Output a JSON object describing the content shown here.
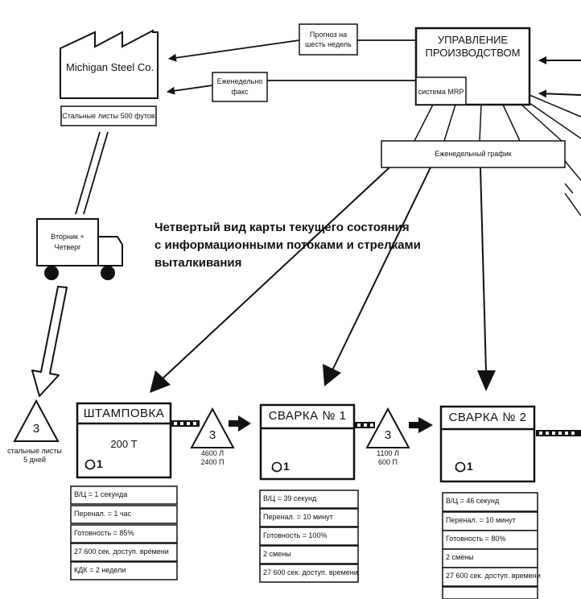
{
  "supplier": {
    "name": "Michigan Steel Co.",
    "product": "Стальные листы 500 футов"
  },
  "management": {
    "title_line1": "УПРАВЛЕНИЕ",
    "title_line2": "ПРОИЗВОДСТВОМ",
    "system": "система MRP"
  },
  "info_flows": {
    "forecast_line1": "Прогноз на",
    "forecast_line2": "шесть недель",
    "fax_line1": "Еженедельно",
    "fax_line2": "факс",
    "schedule": "Еженедельный график"
  },
  "truck": {
    "line1": "Вторник +",
    "line2": "Четверг"
  },
  "heading": {
    "line1": "Четвертый вид карты текущего состояния",
    "line2": "с информационными потоками и стрелками",
    "line3": "выталкивания"
  },
  "inventory": [
    {
      "symbol": "3",
      "line1": "стальные листы",
      "line2": "5 дней"
    },
    {
      "symbol": "3",
      "line1": "4600 Л",
      "line2": "2400 П"
    },
    {
      "symbol": "3",
      "line1": "1100 Л",
      "line2": "600 П"
    }
  ],
  "processes": [
    {
      "name": "ШТАМПОВКА",
      "detail": "200 Т",
      "operators": "1",
      "metrics": [
        "В/Ц = 1 секунда",
        "Перенал. = 1 час",
        "Готовность = 85%",
        "27 600 сек. доступ. времени",
        "КДК = 2 недели"
      ]
    },
    {
      "name": "СВАРКА № 1",
      "detail": "",
      "operators": "1",
      "metrics": [
        "В/Ц = 39 секунд",
        "Перенал. = 10 минут",
        "Готовность = 100%",
        "2 смены",
        "27 600 сек. доступ. времени"
      ]
    },
    {
      "name": "СВАРКА № 2",
      "detail": "",
      "operators": "1",
      "metrics": [
        "В/Ц = 46 секунд",
        "Перенал. = 10 минут",
        "Готовность = 80%",
        "2 смены",
        "27 600 сек. доступ. времени"
      ]
    }
  ]
}
